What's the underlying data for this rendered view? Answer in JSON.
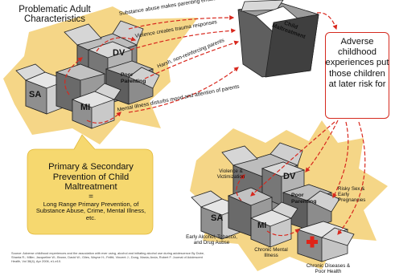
{
  "title": "Problematic Adult Characteristics",
  "arrows": {
    "substance": "Substance abuse makes parenting erratic",
    "violence": "Violence creates trauma responses",
    "harsh": "Harsh, non-reinforcing parents",
    "mental": "Mental illness disturbs mood and attention of parents"
  },
  "boxes": {
    "dv": "DV",
    "sa": "SA",
    "mi": "MI",
    "poor_parenting": "Poor Parenting"
  },
  "child_maltreatment": "Child Maltreatment",
  "adverse": "Adverse childhood experiences put those children at later risk for",
  "prevention": {
    "title": "Primary & Secondary Prevention of Child Maltreatment",
    "equals": "=",
    "body": "Long Range Primary Prevention, of Substance Abuse, Crime, Mental Illness, etc."
  },
  "outcomes": {
    "violence": "Violence & Victimization",
    "risky_sex": "Risky Sex & Early Pregnancies",
    "early_alcohol": "Early Alcohol, Tobacco, and Drug Aubse",
    "chronic_mental": "Chronic Mental Illness",
    "chronic_disease": "Chronic Diseases & Poor Health"
  },
  "source": "Source: Adverse childhood experiences and the association with ever using, alcohol and initiating alcohol use during adolescence By Dube, Shanta R.; Miller, Jacqueline W.; Brown, David W.; Giles, Wayne H.; Felitti, Vincent J.; Dong, Maxia; Anda, Robert F. Journal of Adolescent Health, Vol 38(4), Apr 2006, e1-e10.",
  "colors": {
    "burst": "#f4d27a",
    "callout": "#f6d86f",
    "arrow": "#d8281e",
    "box_dark": "#6f6f6f",
    "box_mid": "#a7a7a7",
    "box_light": "#d6d6d6"
  }
}
